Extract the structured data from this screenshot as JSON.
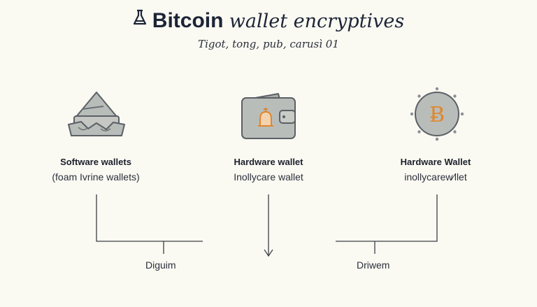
{
  "header": {
    "title_bold": "Bitcoin",
    "title_italic": "wallet encryptives",
    "subtitle": "Tigot, tong, pub, carusì 01"
  },
  "wallets": [
    {
      "title": "Software wallets",
      "subtitle": "(foam Ivrine wallets)",
      "icon": "folded-envelope-wallet-icon"
    },
    {
      "title": "Hardware wallet",
      "subtitle": "Inollycare wallet",
      "icon": "wallet-with-bitcoin-icon"
    },
    {
      "title": "Hardware Wallet",
      "subtitle": "inollycarew⁄llet",
      "icon": "bitcoin-coin-icon"
    }
  ],
  "bottom": {
    "left_label": "Diguim",
    "right_label": "Driwem"
  },
  "colors": {
    "background": "#faf9f2",
    "icon_gray": "#b9bdb9",
    "icon_stroke": "#5b6066",
    "accent_orange": "#e0872e",
    "line": "#3b3f47"
  }
}
